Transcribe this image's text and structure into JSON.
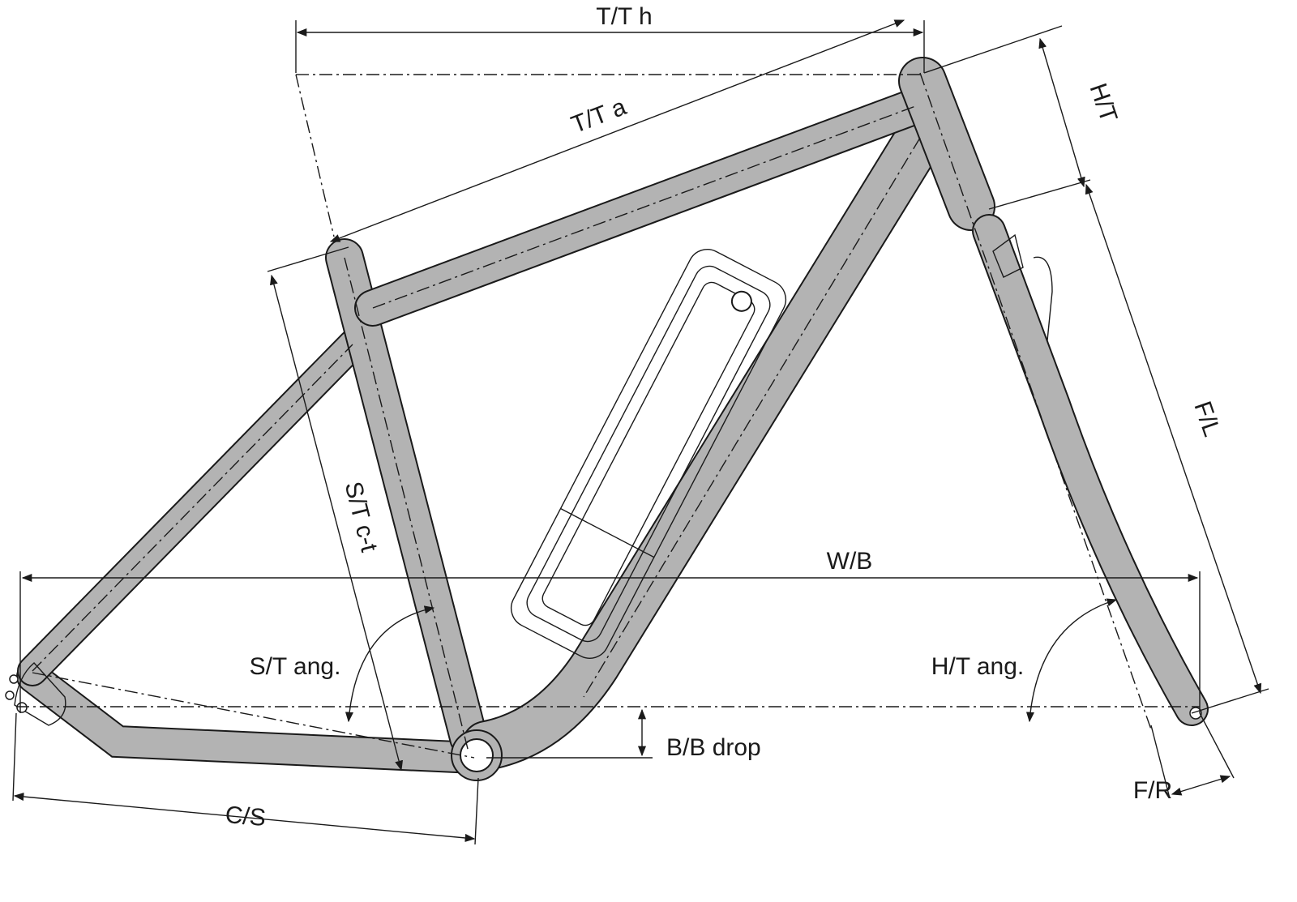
{
  "diagram": {
    "labels": {
      "top_tube_horizontal": "T/T h",
      "top_tube_actual": "T/T a",
      "head_tube": "H/T",
      "fork_length": "F/L",
      "seat_tube_ct": "S/T c-t",
      "wheelbase": "W/B",
      "seat_tube_angle": "S/T ang.",
      "head_tube_angle": "H/T ang.",
      "bb_drop": "B/B drop",
      "chainstay": "C/S",
      "fork_rake": "F/R"
    },
    "colors": {
      "tube_fill": "#b3b3b3",
      "outline": "#1a1a1a",
      "background": "#ffffff"
    }
  }
}
